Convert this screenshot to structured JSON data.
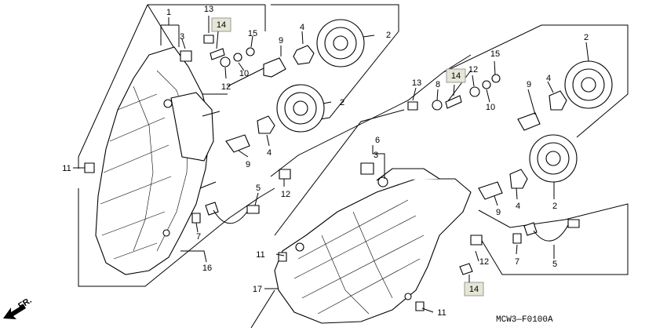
{
  "diagram_code": "MCW3—F0100A",
  "direction_label": "FR.",
  "boxed_label": "14",
  "callouts": {
    "c1": "1",
    "c2": "2",
    "c3": "3",
    "c4": "4",
    "c5": "5",
    "c6": "6",
    "c7": "7",
    "c8": "8",
    "c9": "9",
    "c10": "10",
    "c11": "11",
    "c12": "12",
    "c13": "13",
    "c15": "15",
    "c16": "16",
    "c17": "17"
  }
}
